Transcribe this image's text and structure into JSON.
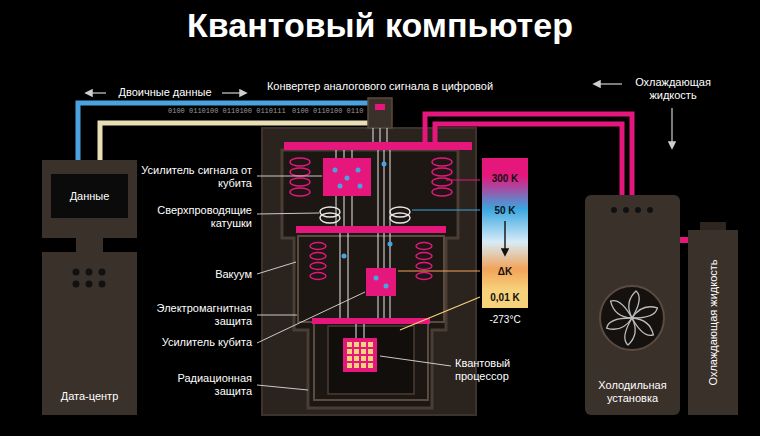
{
  "diagram": {
    "title": "Квантовый компьютер",
    "nodes": [
      {
        "text": [
          "Дата-центр"
        ]
      },
      {
        "text": [
          "Данные"
        ],
        "in": 0
      },
      {
        "text": [
          "Холодильная установка"
        ]
      },
      {
        "text": [
          "Охлаждающая жидкость"
        ]
      }
    ],
    "edges": [
      {
        "from": 2,
        "to": 3,
        "arrow": "none"
      }
    ],
    "labels": [
      "Двоичные данные",
      "Конвертер аналогового сигнала в цифровой",
      "Охлаждающая жидкость",
      "0100 0110100 0110100 0110111",
      "0100 0110100 0110",
      "Усилитель сигнала от кубита",
      "Сверхпроводящие катушки",
      "Вакуум",
      "Электромагнитная защита",
      "Усилитель кубита",
      "Радиационная защита",
      "Квантовый процессор",
      "300 K",
      "50 K",
      "ΔK",
      "0,01 K",
      "-273°C"
    ]
  }
}
